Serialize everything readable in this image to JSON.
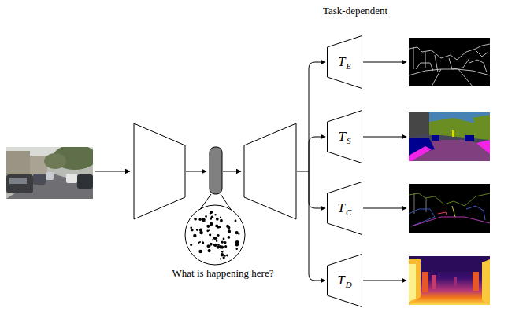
{
  "diagram": {
    "nodes": [
      {
        "text": [
          "T",
          "E"
        ]
      },
      {
        "text": [
          "T",
          "S"
        ]
      },
      {
        "text": [
          "T",
          "C"
        ]
      },
      {
        "text": [
          "T",
          "D"
        ]
      }
    ],
    "labels": [
      "Task-dependent",
      "What is happening here?"
    ]
  }
}
